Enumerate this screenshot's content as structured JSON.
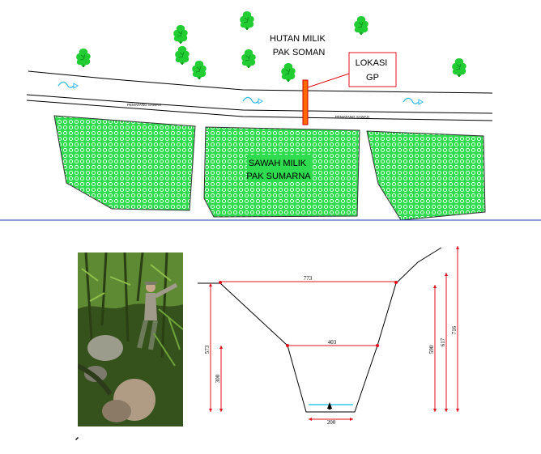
{
  "site_plan": {
    "forest_label": [
      "HUTAN MILIK",
      "PAK SOMAN"
    ],
    "location_label": [
      "LOKASI",
      "GP"
    ],
    "paddy_label": [
      "SAWAH MILIK",
      "PAK SUMARNA"
    ],
    "dike_label_left": "PEMATANG SAWAH",
    "dike_label_right": "PEMATANG SAWAH"
  },
  "cross_section": {
    "top_width": "773",
    "middle_width": "403",
    "bottom_width": "200",
    "left_heights": [
      "573",
      "300"
    ],
    "right_heights": [
      "590",
      "617",
      "716"
    ]
  },
  "colors": {
    "paddy_fill": "#33dd55",
    "tree_green": "#22cc33",
    "dimension_red": "#e0101a",
    "water_cyan": "#33c8e6",
    "divider_blue": "#1a3fb0",
    "gate_orange": "#ff6a00"
  }
}
